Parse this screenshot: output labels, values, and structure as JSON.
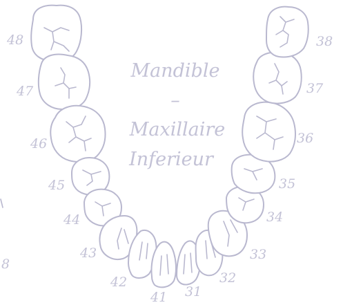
{
  "diagram": {
    "title_line1": "Mandible",
    "title_dash": "–",
    "title_line2": "Maxillaire",
    "title_line3": "Inferieur",
    "edge_fragment": "8"
  },
  "teeth": [
    {
      "id": "48",
      "label": "48",
      "kind": "molar"
    },
    {
      "id": "47",
      "label": "47",
      "kind": "molar"
    },
    {
      "id": "46",
      "label": "46",
      "kind": "molar"
    },
    {
      "id": "45",
      "label": "45",
      "kind": "premolar"
    },
    {
      "id": "44",
      "label": "44",
      "kind": "premolar"
    },
    {
      "id": "43",
      "label": "43",
      "kind": "canine"
    },
    {
      "id": "42",
      "label": "42",
      "kind": "incisor"
    },
    {
      "id": "41",
      "label": "41",
      "kind": "incisor"
    },
    {
      "id": "31",
      "label": "31",
      "kind": "incisor"
    },
    {
      "id": "32",
      "label": "32",
      "kind": "incisor"
    },
    {
      "id": "33",
      "label": "33",
      "kind": "canine"
    },
    {
      "id": "34",
      "label": "34",
      "kind": "premolar"
    },
    {
      "id": "35",
      "label": "35",
      "kind": "premolar"
    },
    {
      "id": "36",
      "label": "36",
      "kind": "molar"
    },
    {
      "id": "37",
      "label": "37",
      "kind": "molar"
    },
    {
      "id": "38",
      "label": "38",
      "kind": "molar"
    }
  ],
  "colors": {
    "outline": "#b9b8cf",
    "text": "#c3c2d6",
    "background": "#ffffff"
  }
}
